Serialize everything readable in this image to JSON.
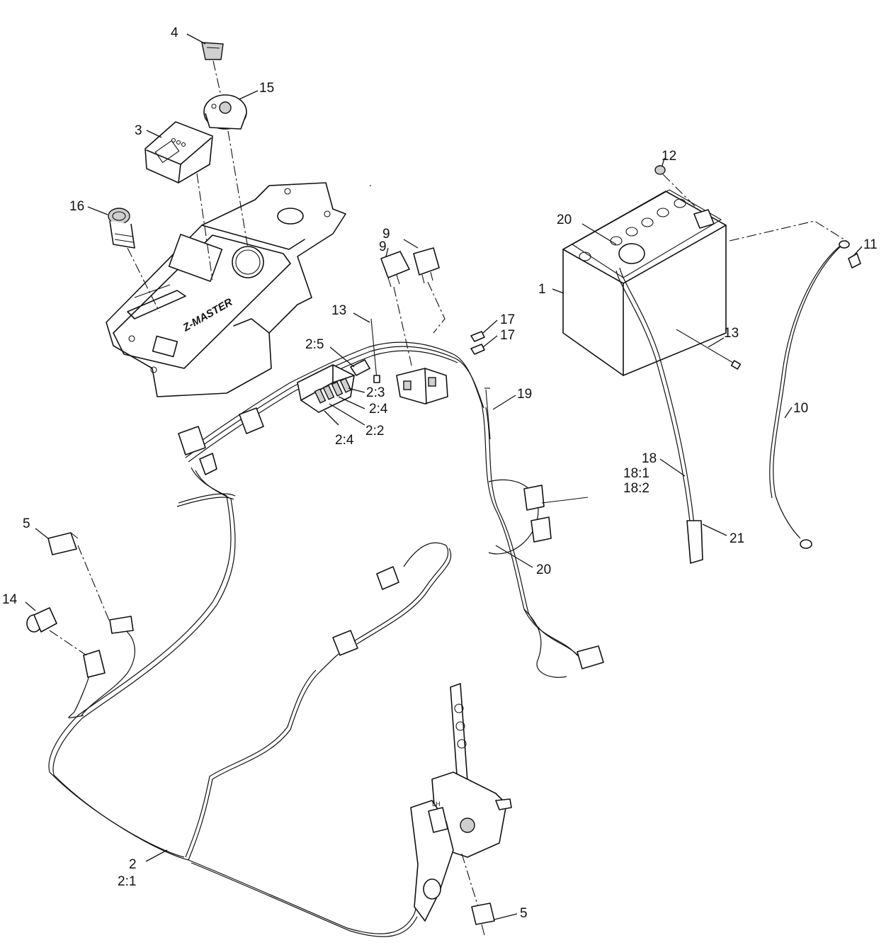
{
  "callouts": {
    "c1": "1",
    "c2": "2",
    "c2_1": "2:1",
    "c2_2": "2:2",
    "c2_3": "2:3",
    "c2_4a": "2:4",
    "c2_4b": "2:4",
    "c2_5": "2:5",
    "c3": "3",
    "c4": "4",
    "c5a": "5",
    "c5b": "5",
    "c9a": "9",
    "c9b": "9",
    "c10": "10",
    "c11": "11",
    "c12": "12",
    "c13a": "13",
    "c13b": "13",
    "c14": "14",
    "c15": "15",
    "c16": "16",
    "c17a": "17",
    "c17b": "17",
    "c18": "18",
    "c18_1": "18:1",
    "c18_2": "18:2",
    "c19": "19",
    "c20a": "20",
    "c20b": "20",
    "c21": "21"
  },
  "panel_text": {
    "brand": "Z-MASTER",
    "lh_mark": "LH"
  }
}
